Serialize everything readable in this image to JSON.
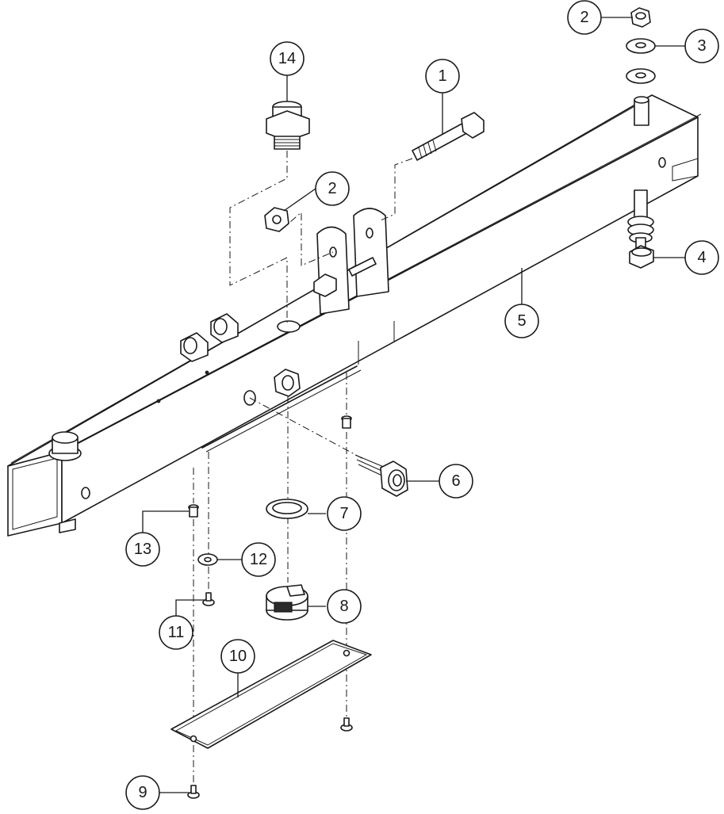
{
  "callouts": [
    {
      "id": "c1",
      "label": "1"
    },
    {
      "id": "c2a",
      "label": "2"
    },
    {
      "id": "c2b",
      "label": "2"
    },
    {
      "id": "c3",
      "label": "3"
    },
    {
      "id": "c4",
      "label": "4"
    },
    {
      "id": "c5",
      "label": "5"
    },
    {
      "id": "c6",
      "label": "6"
    },
    {
      "id": "c7",
      "label": "7"
    },
    {
      "id": "c8",
      "label": "8"
    },
    {
      "id": "c9",
      "label": "9"
    },
    {
      "id": "c10",
      "label": "10"
    },
    {
      "id": "c11",
      "label": "11"
    },
    {
      "id": "c12",
      "label": "12"
    },
    {
      "id": "c13",
      "label": "13"
    },
    {
      "id": "c14",
      "label": "14"
    }
  ]
}
